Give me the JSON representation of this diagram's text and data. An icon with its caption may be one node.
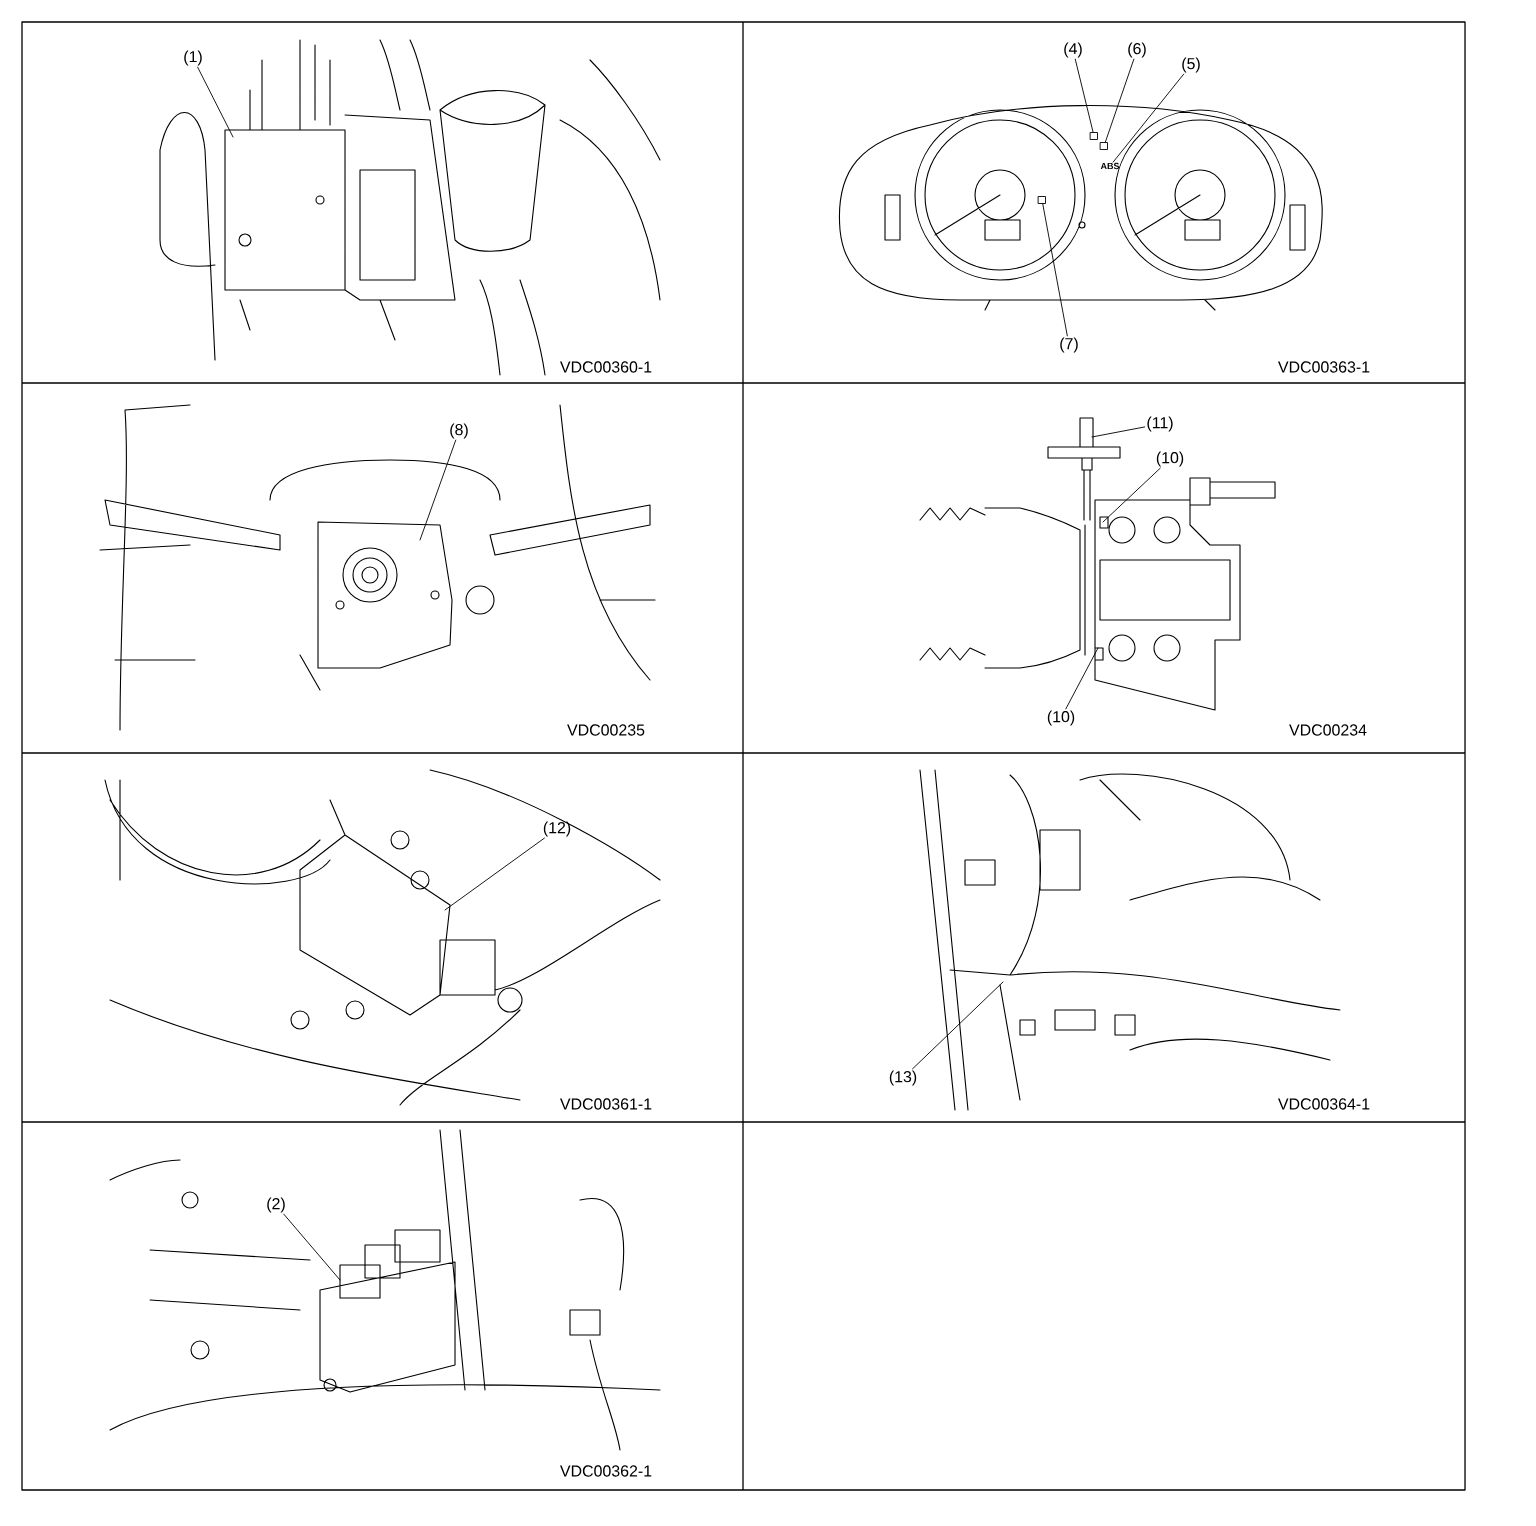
{
  "diagram": {
    "nodes": [
      {
        "text": [
          "(1)"
        ]
      },
      {
        "text": [
          "(4)"
        ]
      },
      {
        "text": [
          "(6)"
        ]
      },
      {
        "text": [
          "(5)"
        ]
      },
      {
        "text": [
          "(7)"
        ]
      },
      {
        "text": [
          "(8)"
        ]
      },
      {
        "text": [
          "(11)"
        ]
      },
      {
        "text": [
          "(10)"
        ]
      },
      {
        "text": [
          "(10)"
        ]
      },
      {
        "text": [
          "(12)"
        ]
      },
      {
        "text": [
          "(13)"
        ]
      },
      {
        "text": [
          "(2)"
        ]
      },
      {
        "text": [
          "ABS"
        ]
      },
      {
        "text": [],
        "shape": "box"
      },
      {
        "text": [],
        "shape": "box"
      },
      {
        "text": [],
        "shape": "box"
      }
    ],
    "edges": [
      {
        "from": 0,
        "to": null,
        "arrow": "none"
      },
      {
        "from": 1,
        "to": 14,
        "arrow": "none"
      },
      {
        "from": 2,
        "to": 15,
        "arrow": "none"
      },
      {
        "from": 3,
        "to": 12,
        "arrow": "none"
      },
      {
        "from": 4,
        "to": 13,
        "arrow": "none"
      },
      {
        "from": 5,
        "to": null,
        "arrow": "none"
      },
      {
        "from": 6,
        "to": null,
        "arrow": "none"
      },
      {
        "from": 7,
        "to": null,
        "arrow": "none"
      },
      {
        "from": 8,
        "to": null,
        "arrow": "none"
      },
      {
        "from": 9,
        "to": null,
        "arrow": "none"
      },
      {
        "from": 10,
        "to": null,
        "arrow": "none"
      },
      {
        "from": 11,
        "to": null,
        "arrow": "none"
      }
    ],
    "labels": [
      "VDC00360-1",
      "VDC00363-1",
      "VDC00235",
      "VDC00234",
      "VDC00361-1",
      "VDC00364-1",
      "VDC00362-1"
    ]
  }
}
